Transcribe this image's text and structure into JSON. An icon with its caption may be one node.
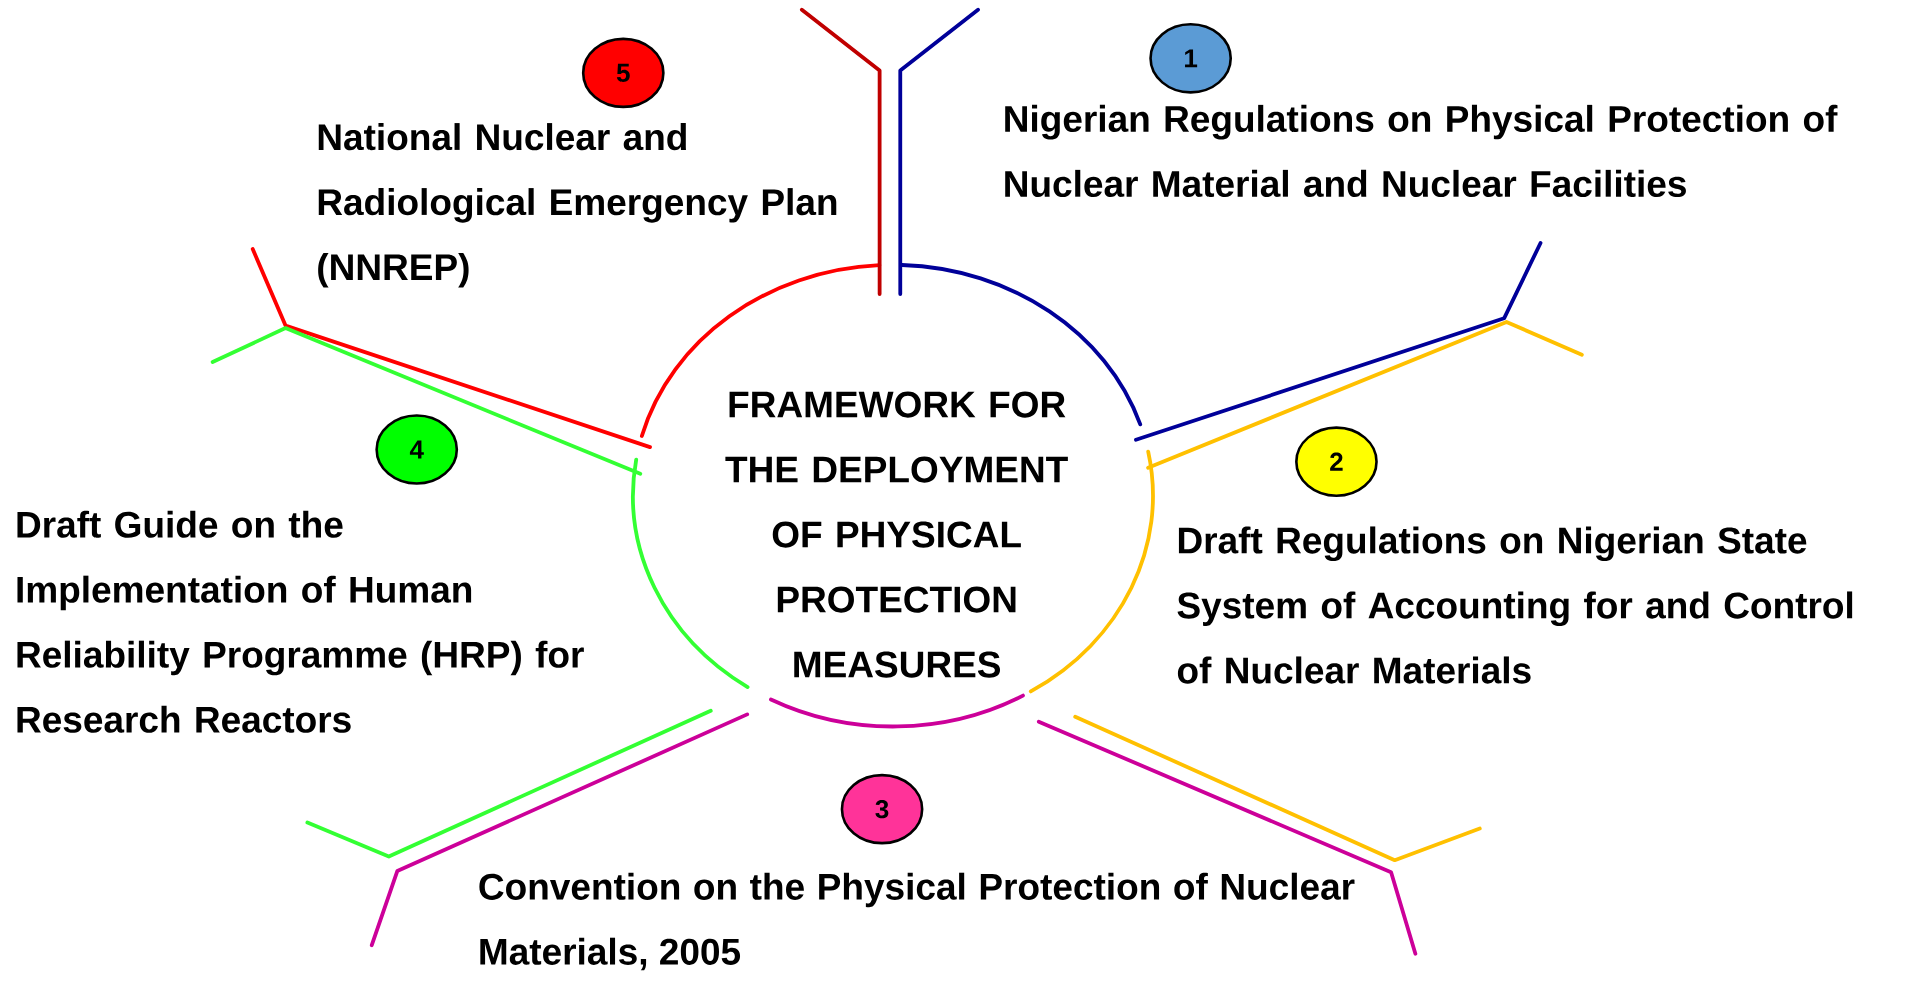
{
  "diagram": {
    "nodes": [
      {
        "text": [
          "FRAMEWORK FOR THE DEPLOYMENT OF PHYSICAL PROTECTION MEASURES"
        ]
      },
      {
        "text": [
          "1"
        ],
        "beside": [
          "Nigerian Regulations on Physical Protection of Nuclear Material and Nuclear Facilities"
        ]
      },
      {
        "text": [
          "2"
        ],
        "beside": [
          "Draft Regulations on Nigerian State System of Accounting for and Control of Nuclear Materials"
        ]
      },
      {
        "text": [
          "3"
        ],
        "beside": [
          "Convention on the Physical Protection of Nuclear Materials, 2005"
        ]
      },
      {
        "text": [
          "4"
        ],
        "beside": [
          "Draft Guide on the Implementation of Human Reliability Programme (HRP) for Research Reactors"
        ]
      },
      {
        "text": [
          "5"
        ],
        "beside": [
          "National Nuclear and Radiological Emergency Plan (NNREP)"
        ]
      }
    ]
  }
}
